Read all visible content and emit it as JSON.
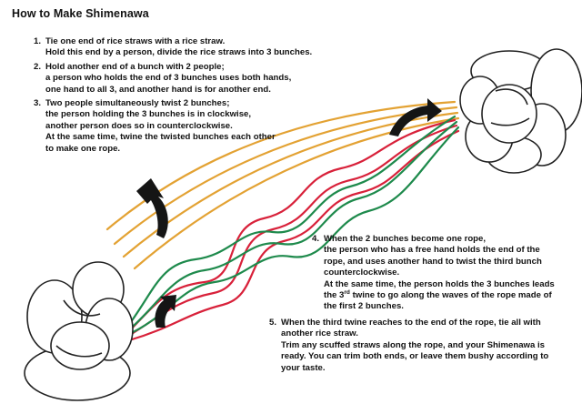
{
  "title": "How to Make Shimenawa",
  "steps": [
    {
      "number": "1.",
      "lines": [
        "Tie one end of rice straws with a rice straw.",
        "Hold this end by a person, divide the rice straws into 3 bunches."
      ]
    },
    {
      "number": "2.",
      "lines": [
        "Hold another end of a bunch with 2 people;",
        "a person who holds the end of 3 bunches uses both hands,",
        "one hand to all 3, and another hand is for another end."
      ]
    },
    {
      "number": "3.",
      "lines": [
        "Two people simultaneously twist 2 bunches;",
        "the person holding the 3 bunches is in clockwise,",
        "another person does so in counterclockwise.",
        "At the same time, twine the twisted bunches each other",
        "to make one rope."
      ]
    },
    {
      "number": "4.",
      "lines": [
        "When the 2 bunches become one rope,",
        "the person who has a free hand holds the end of the",
        "rope, and uses another hand to twist the third bunch",
        "counterclockwise.",
        "At the same time, the person holds the 3 bunches leads",
        "the 3rd twine to go along the waves of the rope made of",
        "the first 2 bunches."
      ]
    },
    {
      "number": "5.",
      "lines": [
        "When the third twine reaches to the end of the rope, tie all with",
        "another rice straw.",
        "Trim any scuffed straws along the rope, and your Shimenawa is",
        "ready. You can trim both ends, or leave them bushy according to",
        "your taste."
      ]
    }
  ],
  "colors": {
    "red_strand": "#d8213a",
    "green_strand": "#1e8a4c",
    "yellow_strand": "#e3a233",
    "arrow": "#151515",
    "hand_outline": "#222222"
  },
  "icons": [
    "left-hand-icon",
    "right-hand-icon",
    "rotation-arrow-icon"
  ]
}
